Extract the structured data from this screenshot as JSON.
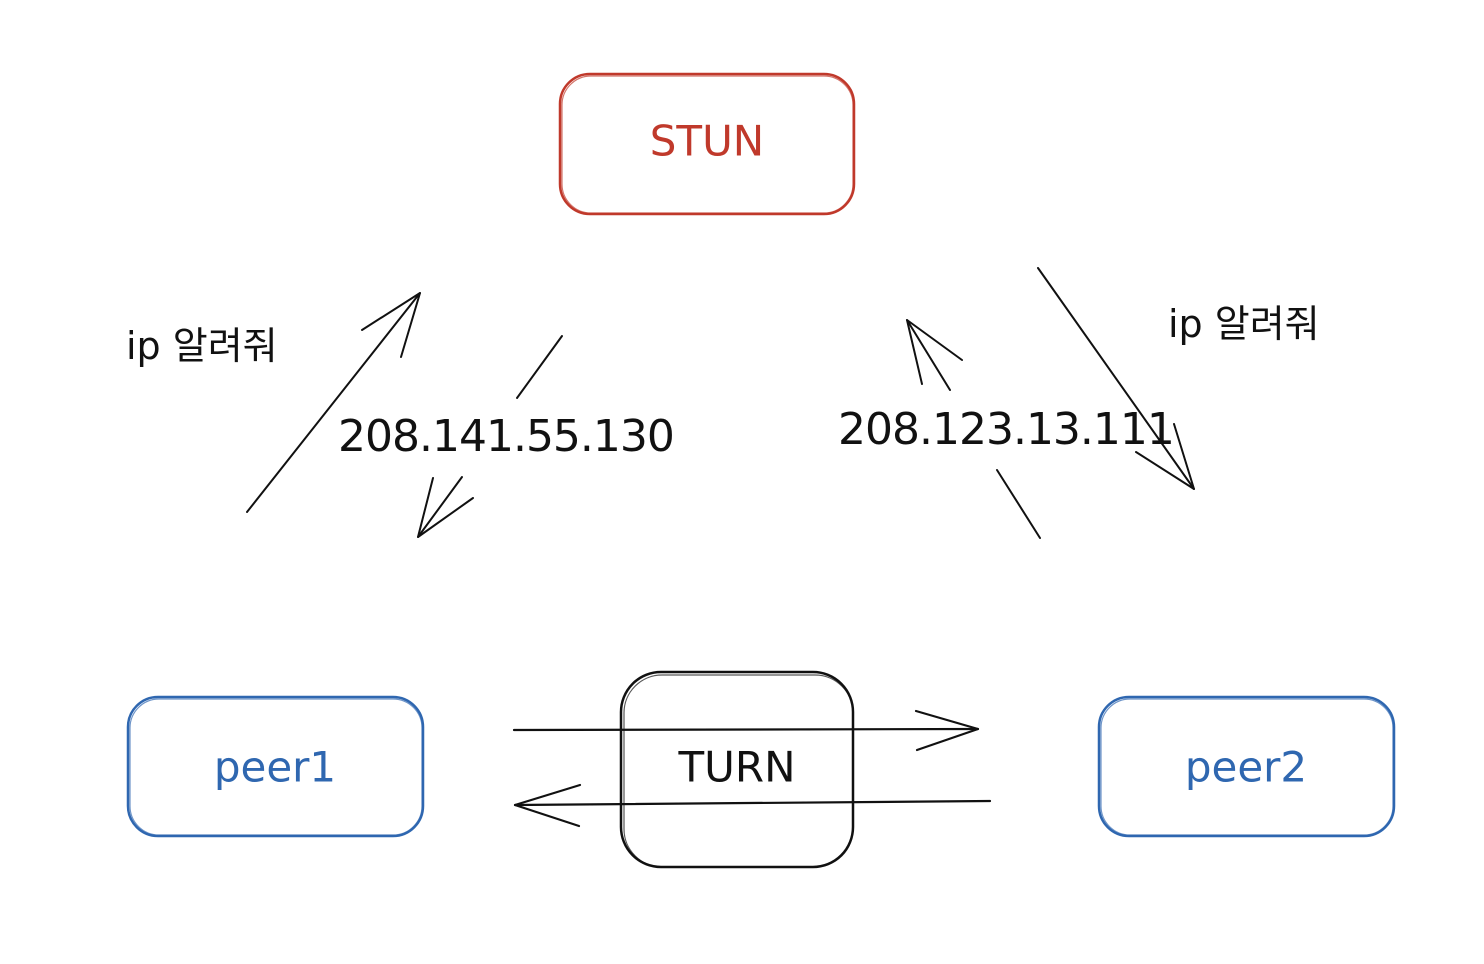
{
  "nodes": {
    "stun": {
      "label": "STUN",
      "color": "#c0392b"
    },
    "peer1": {
      "label": "peer1",
      "color": "#2f67b0"
    },
    "peer2": {
      "label": "peer2",
      "color": "#2f67b0"
    },
    "turn": {
      "label": "TURN",
      "color": "#111111"
    }
  },
  "edges": {
    "left_request": {
      "label": "ip 알려줘"
    },
    "left_response": {
      "label": "208.141.55.130"
    },
    "right_request": {
      "label": "ip 알려줘"
    },
    "right_response": {
      "label": "208.123.13.111"
    }
  },
  "colors": {
    "ink": "#111111",
    "stun": "#c0392b",
    "peer": "#2f67b0"
  }
}
